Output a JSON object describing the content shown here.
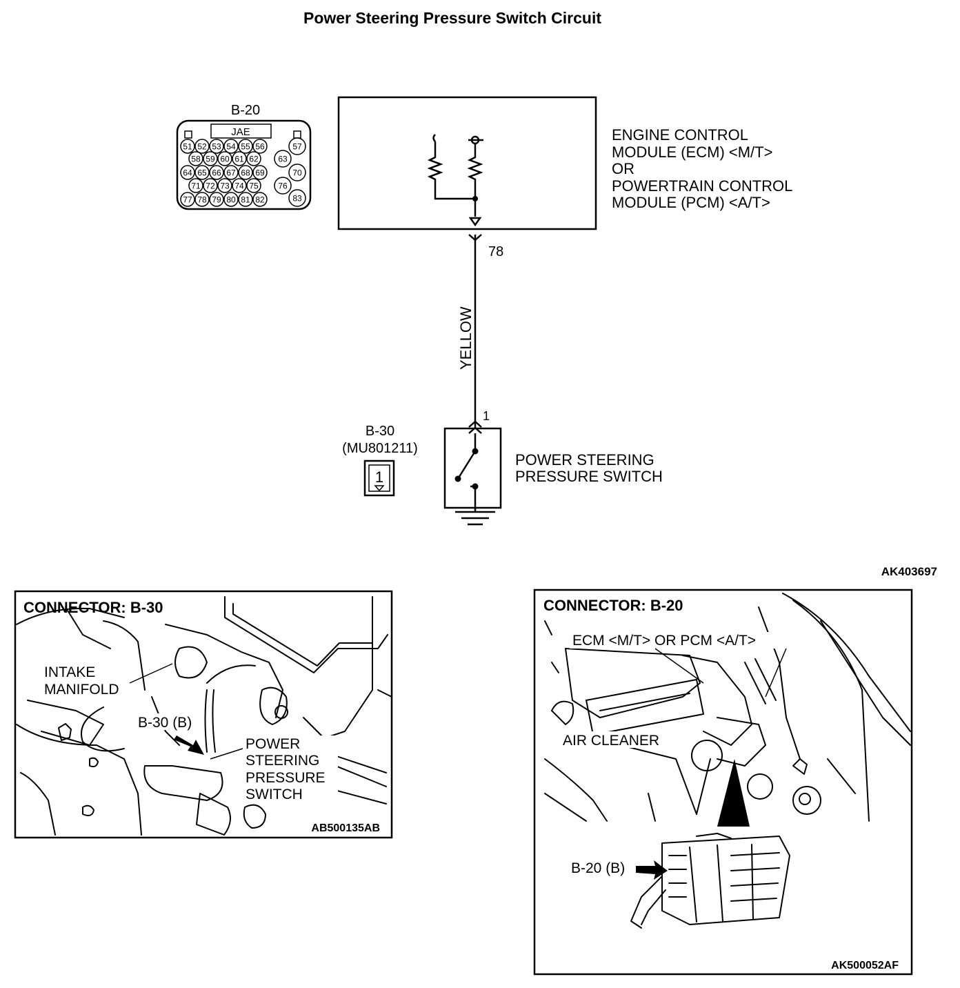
{
  "title": "Power Steering Pressure Switch Circuit",
  "ref_code": "AK403697",
  "ecm": {
    "lines": [
      "ENGINE CONTROL",
      "MODULE (ECM) <M/T>",
      "OR",
      "POWERTRAIN CONTROL",
      "MODULE (PCM) <A/T>"
    ],
    "pin": "78"
  },
  "wire": {
    "color_label": "YELLOW",
    "color": "#000000"
  },
  "connector_b20": {
    "label": "B-20",
    "brand": "JAE",
    "pins": [
      "51",
      "52",
      "53",
      "54",
      "55",
      "56",
      "57",
      "58",
      "59",
      "60",
      "61",
      "62",
      "63",
      "64",
      "65",
      "66",
      "67",
      "68",
      "69",
      "70",
      "71",
      "72",
      "73",
      "74",
      "75",
      "76",
      "77",
      "78",
      "79",
      "80",
      "81",
      "82",
      "83"
    ]
  },
  "connector_b30": {
    "label": "B-30",
    "part_number": "(MU801211)",
    "pin_symbol": "1",
    "pin": "1"
  },
  "switch": {
    "lines": [
      "POWER STEERING",
      "PRESSURE SWITCH"
    ]
  },
  "panel_b30": {
    "heading": "CONNECTOR: B-30",
    "intake_lines": [
      "INTAKE",
      "MANIFOLD"
    ],
    "pointer": "B-30 (B)",
    "switch_lines": [
      "POWER",
      "STEERING",
      "PRESSURE",
      "SWITCH"
    ],
    "code": "AB500135AB"
  },
  "panel_b20": {
    "heading": "CONNECTOR: B-20",
    "ecm_label": "ECM <M/T> OR PCM <A/T>",
    "air_cleaner": "AIR CLEANER",
    "pointer": "B-20 (B)",
    "code": "AK500052AF"
  }
}
